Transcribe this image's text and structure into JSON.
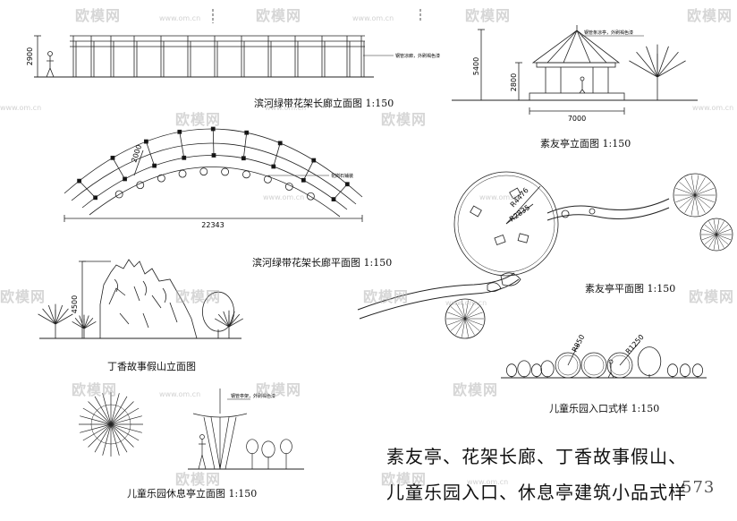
{
  "watermark": {
    "brand": "欧模网",
    "url": "www.om.cn"
  },
  "drawings": {
    "corridor_elevation": {
      "title": "滨河绿带花架长廊立面图  1:150",
      "height_dim": "2900",
      "note": "钢管凉廊，外刷褐色漆"
    },
    "corridor_plan": {
      "title": "滨河绿带花架长廊平面图  1:150",
      "width_dim": "2000",
      "length_dim": "22343",
      "note": "花岗石铺装"
    },
    "pavilion_elevation": {
      "title": "素友亭立面图  1:150",
      "total_height": "5400",
      "column_height": "2800",
      "width_dim": "7000",
      "note": "钢管条凉亭，外刷褐色漆"
    },
    "pavilion_plan": {
      "title": "素友亭平面图  1:150",
      "outer_radius": "R4476",
      "inner_radius": "R2835"
    },
    "rockery": {
      "title": "丁香故事假山立面图",
      "height_dim": "4500"
    },
    "playground": {
      "title": "儿童乐园入口式样  1:150",
      "dim_a": "R850",
      "dim_b": "R1250"
    },
    "rest_pavilion": {
      "title": "儿童乐园休息亭立面图  1:150",
      "note": "钢管亭架，外刷褐色漆"
    }
  },
  "summary": {
    "line1": "素友亭、花架长廊、丁香故事假山、",
    "line2": "儿童乐园入口、休息亭建筑小品式样",
    "code": "573"
  }
}
